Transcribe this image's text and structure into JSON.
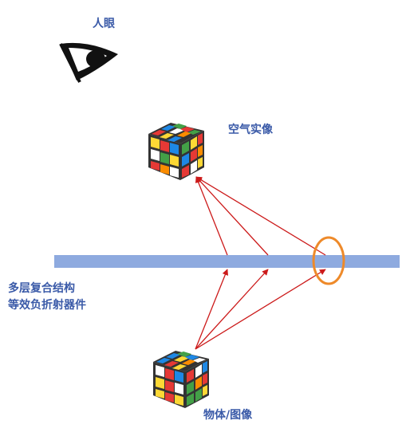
{
  "labels": {
    "eye": "人眼",
    "air_image": "空气实像",
    "structure_line1": "多层复合结构",
    "structure_line2": "等效负折射器件",
    "object_image": "物体/图像"
  },
  "icons": {
    "eye": "eye-icon",
    "air_image_cube": "rubiks-cube-icon",
    "object_cube": "rubiks-cube-icon"
  },
  "colors": {
    "label_text": "#3a5aa8",
    "structure_bar": "#8eaadf",
    "rays": "#cc1a1a",
    "highlight_ellipse": "#ee8a2a",
    "eye": "#111111"
  }
}
